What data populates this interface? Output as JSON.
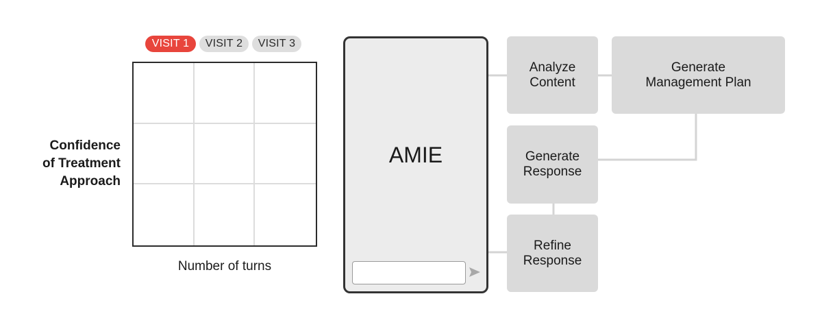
{
  "visits": [
    {
      "label": "VISIT 1",
      "active": true
    },
    {
      "label": "VISIT 2",
      "active": false
    },
    {
      "label": "VISIT 3",
      "active": false
    }
  ],
  "chart": {
    "ylabel_lines": [
      "Confidence",
      "of Treatment",
      "Approach"
    ],
    "xlabel": "Number of turns"
  },
  "amie": {
    "title": "AMIE",
    "input_value": ""
  },
  "boxes": {
    "analyze": {
      "lines": [
        "Analyze",
        "Content"
      ]
    },
    "plan": {
      "lines": [
        "Generate",
        "Management Plan"
      ]
    },
    "response": {
      "lines": [
        "Generate",
        "Response"
      ]
    },
    "refine": {
      "lines": [
        "Refine",
        "Response"
      ]
    }
  },
  "colors": {
    "accent": "#e8453c",
    "pill_inactive": "#dedede",
    "box": "#dadada",
    "connector": "#d4d4d4"
  },
  "icons": {
    "send": "send-arrow-icon"
  }
}
